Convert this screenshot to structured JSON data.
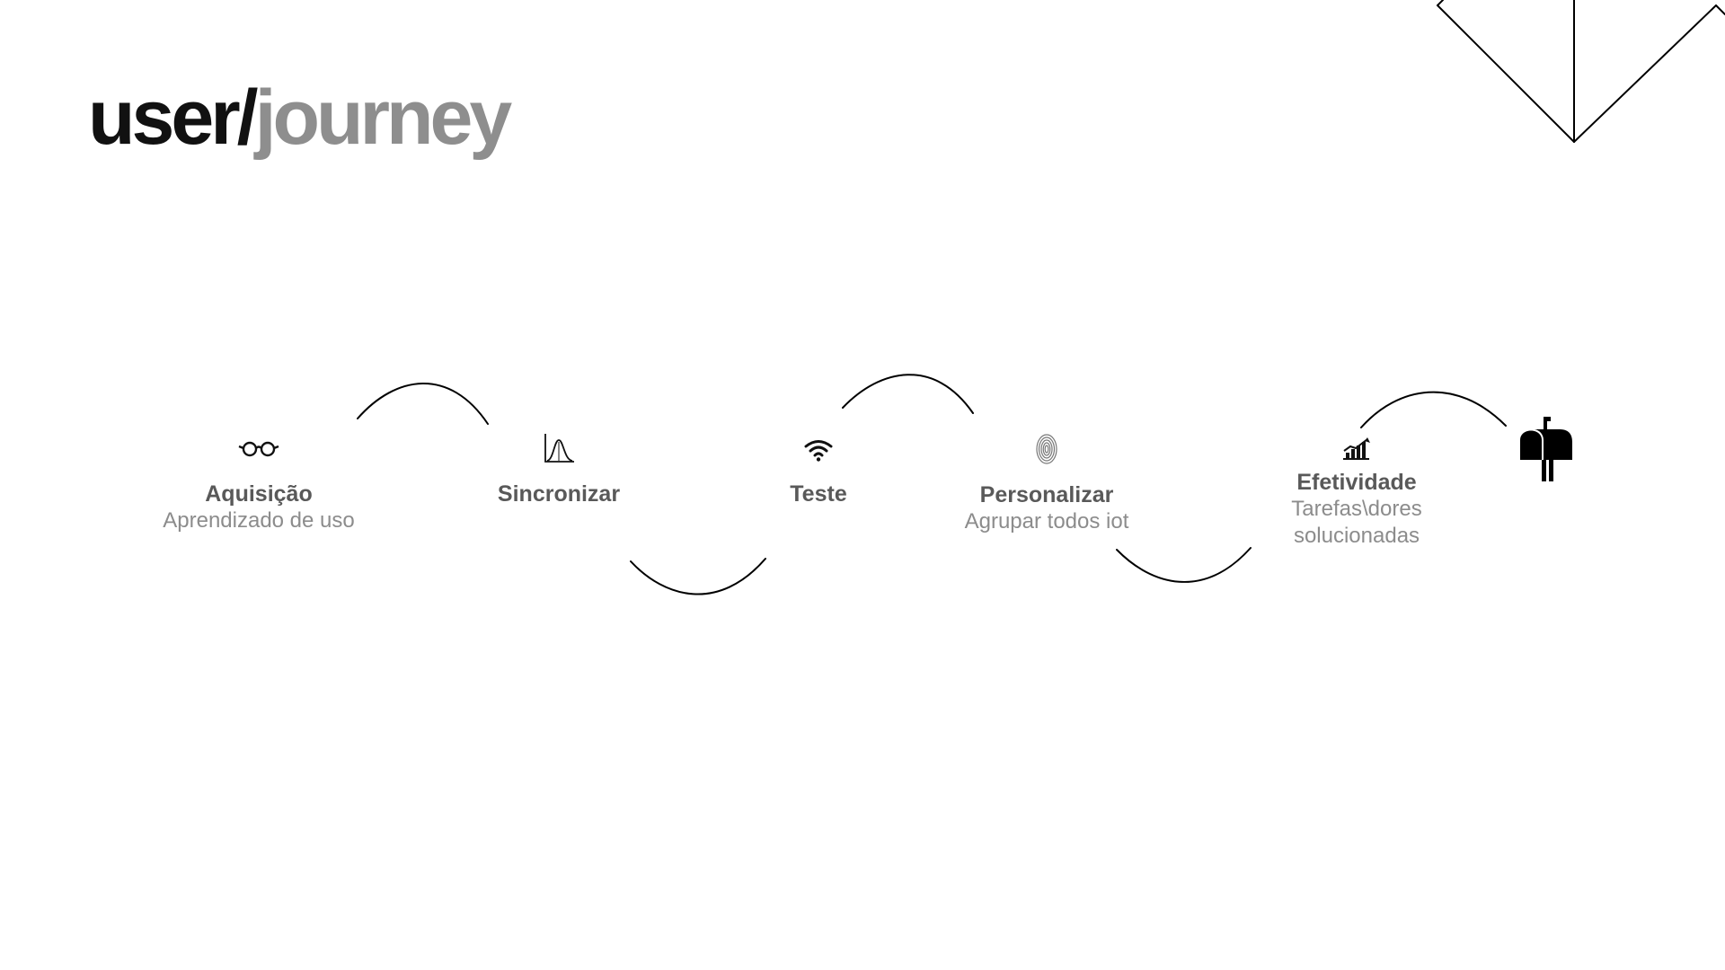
{
  "header": {
    "title_prefix": "user/",
    "title_suffix": "journey"
  },
  "steps": [
    {
      "label": "Aquisição",
      "subtitle": "Aprendizado de uso",
      "icon": "glasses-icon"
    },
    {
      "label": "Sincronizar",
      "subtitle": "",
      "icon": "distribution-chart-icon"
    },
    {
      "label": "Teste",
      "subtitle": "",
      "icon": "wifi-icon"
    },
    {
      "label": "Personalizar",
      "subtitle": "Agrupar todos iot",
      "icon": "fingerprint-icon"
    },
    {
      "label": "Efetividade",
      "subtitle": "Tarefas\\dores solucionadas",
      "icon": "growth-chart-icon"
    }
  ],
  "end_icon": "mailbox-icon",
  "colors": {
    "title_dark": "#111111",
    "title_gray": "#8e8e8e",
    "label": "#595959",
    "subtitle": "#8c8c8c",
    "line": "#000000"
  }
}
